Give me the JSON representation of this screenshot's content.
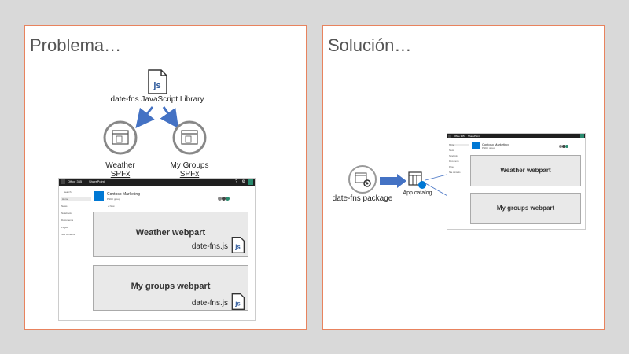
{
  "left": {
    "title": "Problema…",
    "library_label": "date-fns JavaScript Library",
    "weather_name": "Weather",
    "weather_sub": "SPFx",
    "groups_name": "My Groups",
    "groups_sub": "SPFx",
    "site": {
      "bar_app": "Office 365",
      "bar_product": "SharePoint",
      "site_title": "Contoso Marketing",
      "site_sub": "Public group",
      "nav": [
        "Home",
        "News",
        "Notebook",
        "Documents",
        "Pages",
        "Site contents"
      ],
      "search": "Search",
      "new": "+ New",
      "wp1_title": "Weather webpart",
      "wp1_lib": "date-fns.js",
      "wp2_title": "My groups webpart",
      "wp2_lib": "date-fns.js"
    }
  },
  "right": {
    "title": "Solución…",
    "package_label": "date-fns package",
    "catalog_label": "App catalog",
    "site": {
      "bar_app": "Office 365",
      "bar_product": "SharePoint",
      "site_title": "Contoso Marketing",
      "site_sub": "Public group",
      "nav": [
        "Home",
        "News",
        "Notebook",
        "Documents",
        "Pages",
        "Site contents"
      ],
      "wp1_title": "Weather webpart",
      "wp2_title": "My groups webpart"
    }
  },
  "colors": {
    "border": "#e8835e",
    "arrow": "#4472c4",
    "brand": "#0078d4"
  },
  "icons": [
    "js-file-icon",
    "webpart-icon",
    "package-icon",
    "app-catalog-icon",
    "js-badge-icon"
  ]
}
